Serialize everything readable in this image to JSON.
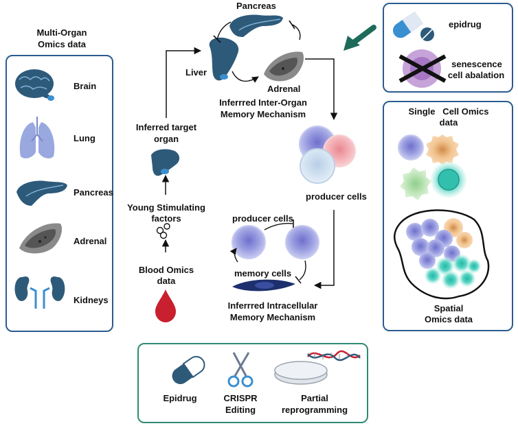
{
  "left_panel": {
    "title_line1": "Multi-Organ",
    "title_line2": "Omics data",
    "organs": [
      {
        "label": "Brain",
        "icon": "brain-icon"
      },
      {
        "label": "Lung",
        "icon": "lung-icon"
      },
      {
        "label": "Pancreas",
        "icon": "pancreas-icon"
      },
      {
        "label": "Adrenal",
        "icon": "adrenal-icon"
      },
      {
        "label": "Kidneys",
        "icon": "kidneys-icon"
      }
    ]
  },
  "inter_organ": {
    "pancreas": "Pancreas",
    "liver": "Liver",
    "adrenal": "Adrenal",
    "caption_line1": "Inferrred Inter-Organ",
    "caption_line2": "Memory Mechanism"
  },
  "target": {
    "line1": "Inferred target",
    "line2": "organ"
  },
  "blood": {
    "factors_line1": "Young Stimulating",
    "factors_line2": "factors",
    "omics_line1": "Blood Omics",
    "omics_line2": "data"
  },
  "producer": {
    "label": "producer cells"
  },
  "intracellular": {
    "producer_label": "producer cells",
    "memory_label": "memory cells",
    "caption_line1": "Inferrred Intracellular",
    "caption_line2": "Memory Mechanism"
  },
  "interventions_top": {
    "epidrug": "epidrug",
    "senescence_line1": "senescence",
    "senescence_line2": "cell abalation"
  },
  "single_cell": {
    "title_line1": "Single   Cell Omics",
    "title_line2": "data",
    "spatial_line1": "Spatial",
    "spatial_line2": "Omics data"
  },
  "bottom_panel": {
    "items": [
      {
        "line1": "Epidrug",
        "line2": ""
      },
      {
        "line1": "CRISPR",
        "line2": "Editing"
      },
      {
        "line1": "Partial",
        "line2": "reprogramming"
      }
    ]
  },
  "colors": {
    "organ_dark": "#2e5a7a",
    "organ_blue": "#3a8fd0",
    "lung": "#9aa8e0",
    "adrenal_gray": "#8a8a8a",
    "cell_purple": "#9b9ee0",
    "cell_pink": "#f2a8ad",
    "cell_teal": "#3cc8b4",
    "blood_red": "#c8202e",
    "panel_blue": "#2a5b8f",
    "panel_green": "#2f8a72",
    "arrow_green": "#1f6b5a"
  }
}
